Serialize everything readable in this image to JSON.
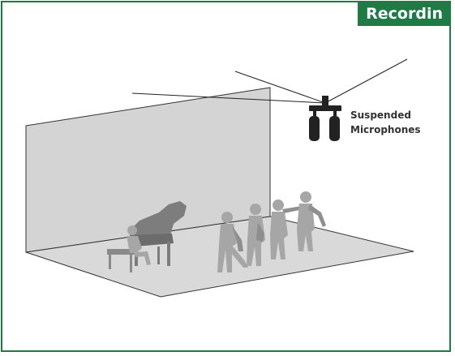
{
  "header": {
    "title": "Recordin"
  },
  "callout": {
    "line1": "Suspended",
    "line2": "Microphones"
  },
  "colors": {
    "accent": "#1f7a45",
    "wall": "#d4d4d4",
    "floor": "#d9d9d9",
    "figures": "#9a9a9a",
    "piano": "#7d7d7d",
    "mic": "#222222"
  },
  "icons": [
    "microphone-icon",
    "piano-icon",
    "musician-icon"
  ]
}
